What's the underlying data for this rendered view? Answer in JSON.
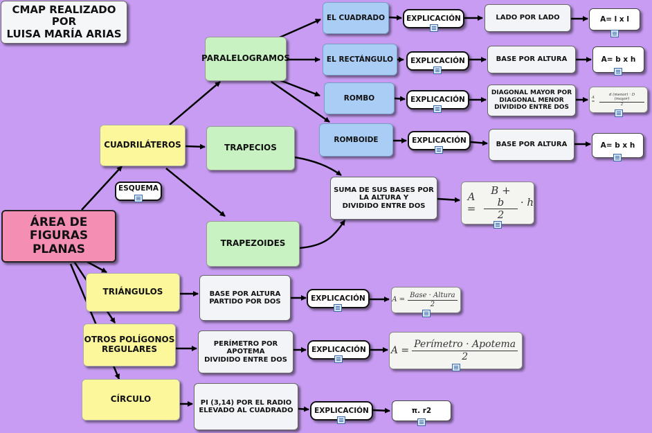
{
  "colors": {
    "background": "#c79cf2",
    "pink": "#f48fb3",
    "yellow": "#fcf79a",
    "green": "#c9f2c2",
    "blue": "#a9cdf5"
  },
  "title": {
    "line1": "CMAP REALIZADO",
    "line2": "POR",
    "line3": "LUISA MARÍA ARIAS"
  },
  "root": {
    "line1": "ÁREA DE",
    "line2": "FIGURAS PLANAS"
  },
  "concepts": {
    "cuadrilateros": "CUADRILÁTEROS",
    "esquema": "ESQUEMA",
    "paralelogramos": "PARALELOGRAMOS",
    "trapecios": "TRAPECIOS",
    "trapezoides": "TRAPEZOIDES",
    "triangulos": "TRIÁNGULOS",
    "otros_line1": "OTROS POLÍGONOS",
    "otros_line2": "REGULARES",
    "circulo": "CÍRCULO",
    "cuadrado": "EL CUADRADO",
    "rectangulo": "EL RECTÁNGULO",
    "rombo": "ROMBO",
    "romboide": "ROMBOIDE"
  },
  "explicacion": "EXPLICACIÓN",
  "descriptions": {
    "cuadrado": "LADO POR LADO",
    "rectangulo": "BASE POR ALTURA",
    "rombo_l1": "DIAGONAL MAYOR POR",
    "rombo_l2": "DIAGONAL MENOR",
    "rombo_l3": "DIVIDIDO ENTRE DOS",
    "romboide": "BASE POR ALTURA",
    "trap_l1": "SUMA DE SUS BASES POR",
    "trap_l2": "LA ALTURA Y",
    "trap_l3": "DIVIDIDO ENTRE DOS",
    "tri_l1": "BASE POR ALTURA",
    "tri_l2": "PARTIDO POR DOS",
    "otros_l1": "PERÍMETRO POR",
    "otros_l2": "APOTEMA",
    "otros_l3": "DIVIDIDO ENTRE DOS",
    "circ_l1": "PI (3,14) POR EL RADIO",
    "circ_l2": "ELEVADO AL CUADRADO"
  },
  "results": {
    "cuadrado": "A= l x l",
    "rectangulo": "A= b x h",
    "romboide": "A= b x h",
    "circulo": "π. r2"
  },
  "formulas": {
    "rombo_lhs": "A =",
    "rombo_num": "d (menor) · D (mayor)",
    "rombo_den": "2",
    "trap_lhs": "A =",
    "trap_num": "B + b",
    "trap_den": "2",
    "trap_rhs": "· h",
    "tri_lhs": "A =",
    "tri_num": "Base · Altura",
    "tri_den": "2",
    "otros_lhs": "A =",
    "otros_num": "Perímetro · Apotema",
    "otros_den": "2"
  }
}
